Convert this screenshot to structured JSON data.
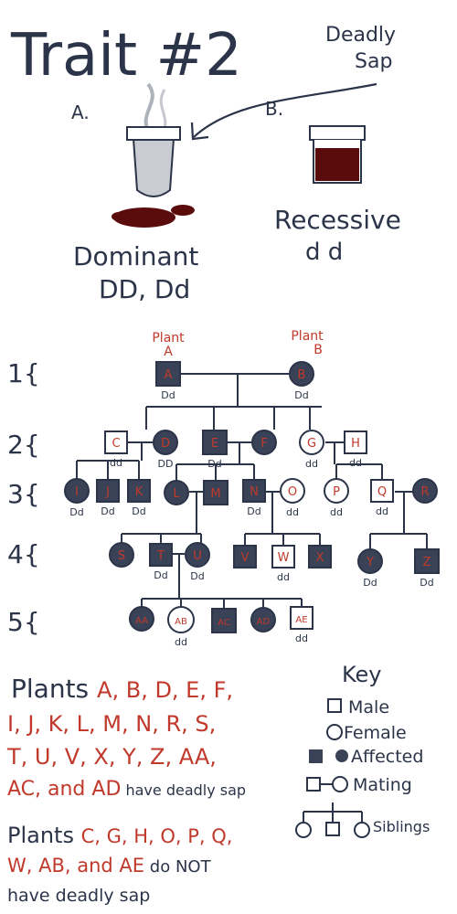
{
  "colors": {
    "ink": "#2b3448",
    "affected_fill": "#3a4257",
    "red": "#c0392b",
    "sap": "#5a0c0c",
    "steam": "#aeb2ba"
  },
  "title": "Trait #2",
  "callout": {
    "line1": "Deadly",
    "line2": "Sap"
  },
  "option_a": {
    "letter": "A.",
    "label": "Dominant",
    "genotype": "DD, Dd"
  },
  "option_b": {
    "letter": "B.",
    "label": "Recessive",
    "genotype": "d d"
  },
  "pedigree": {
    "generations": [
      "1{",
      "2{",
      "3{",
      "4{",
      "5{"
    ],
    "top_labels": {
      "a_line1": "Plant",
      "a_line2": "A",
      "b_line1": "Plant",
      "b_line2": "B"
    },
    "individuals": [
      {
        "id": "A",
        "label": "A",
        "sex": "male",
        "affected": true,
        "genotype": "Dd"
      },
      {
        "id": "B",
        "label": "B",
        "sex": "female",
        "affected": true,
        "genotype": "Dd"
      },
      {
        "id": "C",
        "label": "C",
        "sex": "male",
        "affected": false,
        "genotype": "dd"
      },
      {
        "id": "D",
        "label": "D",
        "sex": "female",
        "affected": true,
        "genotype": "DD"
      },
      {
        "id": "E",
        "label": "E",
        "sex": "male",
        "affected": true,
        "genotype": "Dd"
      },
      {
        "id": "F",
        "label": "F",
        "sex": "female",
        "affected": true,
        "genotype": ""
      },
      {
        "id": "G",
        "label": "G",
        "sex": "female",
        "affected": false,
        "genotype": "dd"
      },
      {
        "id": "H",
        "label": "H",
        "sex": "male",
        "affected": false,
        "genotype": "dd"
      },
      {
        "id": "I",
        "label": "I",
        "sex": "female",
        "affected": true,
        "genotype": "Dd"
      },
      {
        "id": "J",
        "label": "J",
        "sex": "male",
        "affected": true,
        "genotype": "Dd"
      },
      {
        "id": "K",
        "label": "K",
        "sex": "male",
        "affected": true,
        "genotype": "Dd"
      },
      {
        "id": "L",
        "label": "L",
        "sex": "female",
        "affected": true,
        "genotype": ""
      },
      {
        "id": "M",
        "label": "M",
        "sex": "male",
        "affected": true,
        "genotype": ""
      },
      {
        "id": "N",
        "label": "N",
        "sex": "male",
        "affected": true,
        "genotype": "Dd"
      },
      {
        "id": "O",
        "label": "O",
        "sex": "female",
        "affected": false,
        "genotype": "dd"
      },
      {
        "id": "P",
        "label": "P",
        "sex": "female",
        "affected": false,
        "genotype": "dd"
      },
      {
        "id": "Q",
        "label": "Q",
        "sex": "male",
        "affected": false,
        "genotype": "dd"
      },
      {
        "id": "R",
        "label": "R",
        "sex": "female",
        "affected": true,
        "genotype": ""
      },
      {
        "id": "S",
        "label": "S",
        "sex": "female",
        "affected": true,
        "genotype": ""
      },
      {
        "id": "T",
        "label": "T",
        "sex": "male",
        "affected": true,
        "genotype": "Dd"
      },
      {
        "id": "U",
        "label": "U",
        "sex": "female",
        "affected": true,
        "genotype": "Dd"
      },
      {
        "id": "V",
        "label": "V",
        "sex": "male",
        "affected": true,
        "genotype": ""
      },
      {
        "id": "W",
        "label": "W",
        "sex": "male",
        "affected": false,
        "genotype": "dd"
      },
      {
        "id": "X",
        "label": "X",
        "sex": "male",
        "affected": true,
        "genotype": ""
      },
      {
        "id": "Y",
        "label": "Y",
        "sex": "female",
        "affected": true,
        "genotype": "Dd"
      },
      {
        "id": "Z",
        "label": "Z",
        "sex": "male",
        "affected": true,
        "genotype": "Dd"
      },
      {
        "id": "AA",
        "label": "AA",
        "sex": "female",
        "affected": true,
        "genotype": ""
      },
      {
        "id": "AB",
        "label": "AB",
        "sex": "female",
        "affected": false,
        "genotype": "dd"
      },
      {
        "id": "AC",
        "label": "AC",
        "sex": "male",
        "affected": true,
        "genotype": ""
      },
      {
        "id": "AD",
        "label": "AD",
        "sex": "female",
        "affected": true,
        "genotype": ""
      },
      {
        "id": "AE",
        "label": "AE",
        "sex": "male",
        "affected": false,
        "genotype": "dd"
      }
    ]
  },
  "summary": {
    "sap": {
      "prefix": "Plants ",
      "list1": "A, B, D, E, F,",
      "list2": "I, J, K, L, M, N, R, S,",
      "list3": "T, U, V, X, Y, Z, AA,",
      "list4": "AC, and AD",
      "suffix": " have deadly sap"
    },
    "no_sap": {
      "prefix": "Plants ",
      "list1": "C, G, H, O, P, Q,",
      "list2": "W, AB, and AE",
      "suffix1": " do NOT",
      "suffix2": "have deadly sap"
    }
  },
  "key": {
    "title": "Key",
    "male": "Male",
    "female": "Female",
    "affected": "Affected",
    "mating": "Mating",
    "siblings": "Siblings"
  }
}
